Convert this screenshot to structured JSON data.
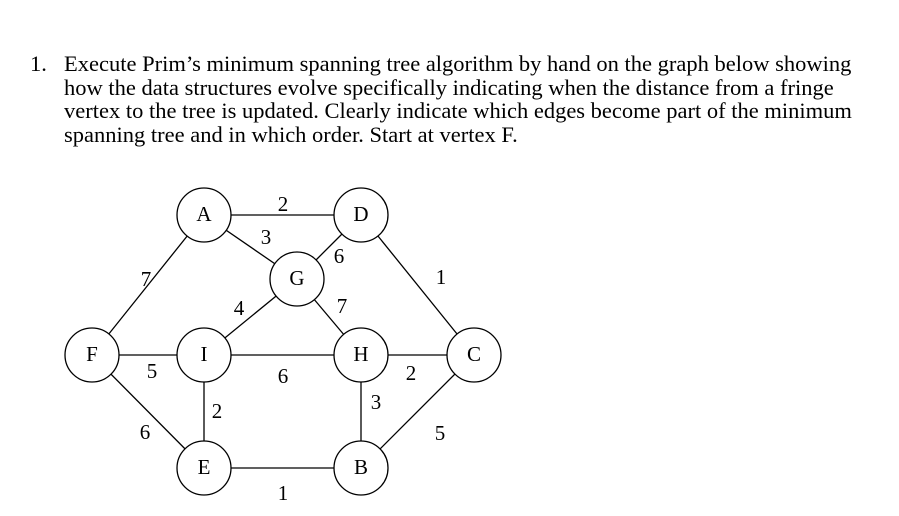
{
  "question": {
    "number": "1.",
    "lines": [
      "Execute Prim’s minimum spanning tree algorithm by hand on the graph below showing",
      "how the data structures evolve specifically indicating when the distance from a fringe",
      "vertex to the tree is updated. Clearly indicate which edges become part of the minimum",
      "spanning tree and in which order. Start at vertex F."
    ]
  },
  "graph": {
    "nodes": [
      {
        "id": "A",
        "label": "A"
      },
      {
        "id": "D",
        "label": "D"
      },
      {
        "id": "G",
        "label": "G"
      },
      {
        "id": "F",
        "label": "F"
      },
      {
        "id": "I",
        "label": "I"
      },
      {
        "id": "H",
        "label": "H"
      },
      {
        "id": "C",
        "label": "C"
      },
      {
        "id": "E",
        "label": "E"
      },
      {
        "id": "B",
        "label": "B"
      }
    ],
    "edges": [
      {
        "from": "A",
        "to": "D",
        "weight": "2"
      },
      {
        "from": "A",
        "to": "G",
        "weight": "3"
      },
      {
        "from": "A",
        "to": "F",
        "weight": "7"
      },
      {
        "from": "D",
        "to": "G",
        "weight": "6"
      },
      {
        "from": "D",
        "to": "C",
        "weight": "1"
      },
      {
        "from": "G",
        "to": "I",
        "weight": "4"
      },
      {
        "from": "G",
        "to": "H",
        "weight": "7"
      },
      {
        "from": "F",
        "to": "I",
        "weight": "5"
      },
      {
        "from": "F",
        "to": "E",
        "weight": "6"
      },
      {
        "from": "I",
        "to": "H",
        "weight": "6"
      },
      {
        "from": "I",
        "to": "E",
        "weight": "2"
      },
      {
        "from": "H",
        "to": "C",
        "weight": "2"
      },
      {
        "from": "H",
        "to": "B",
        "weight": "3"
      },
      {
        "from": "C",
        "to": "B",
        "weight": "5"
      },
      {
        "from": "E",
        "to": "B",
        "weight": "1"
      }
    ]
  }
}
